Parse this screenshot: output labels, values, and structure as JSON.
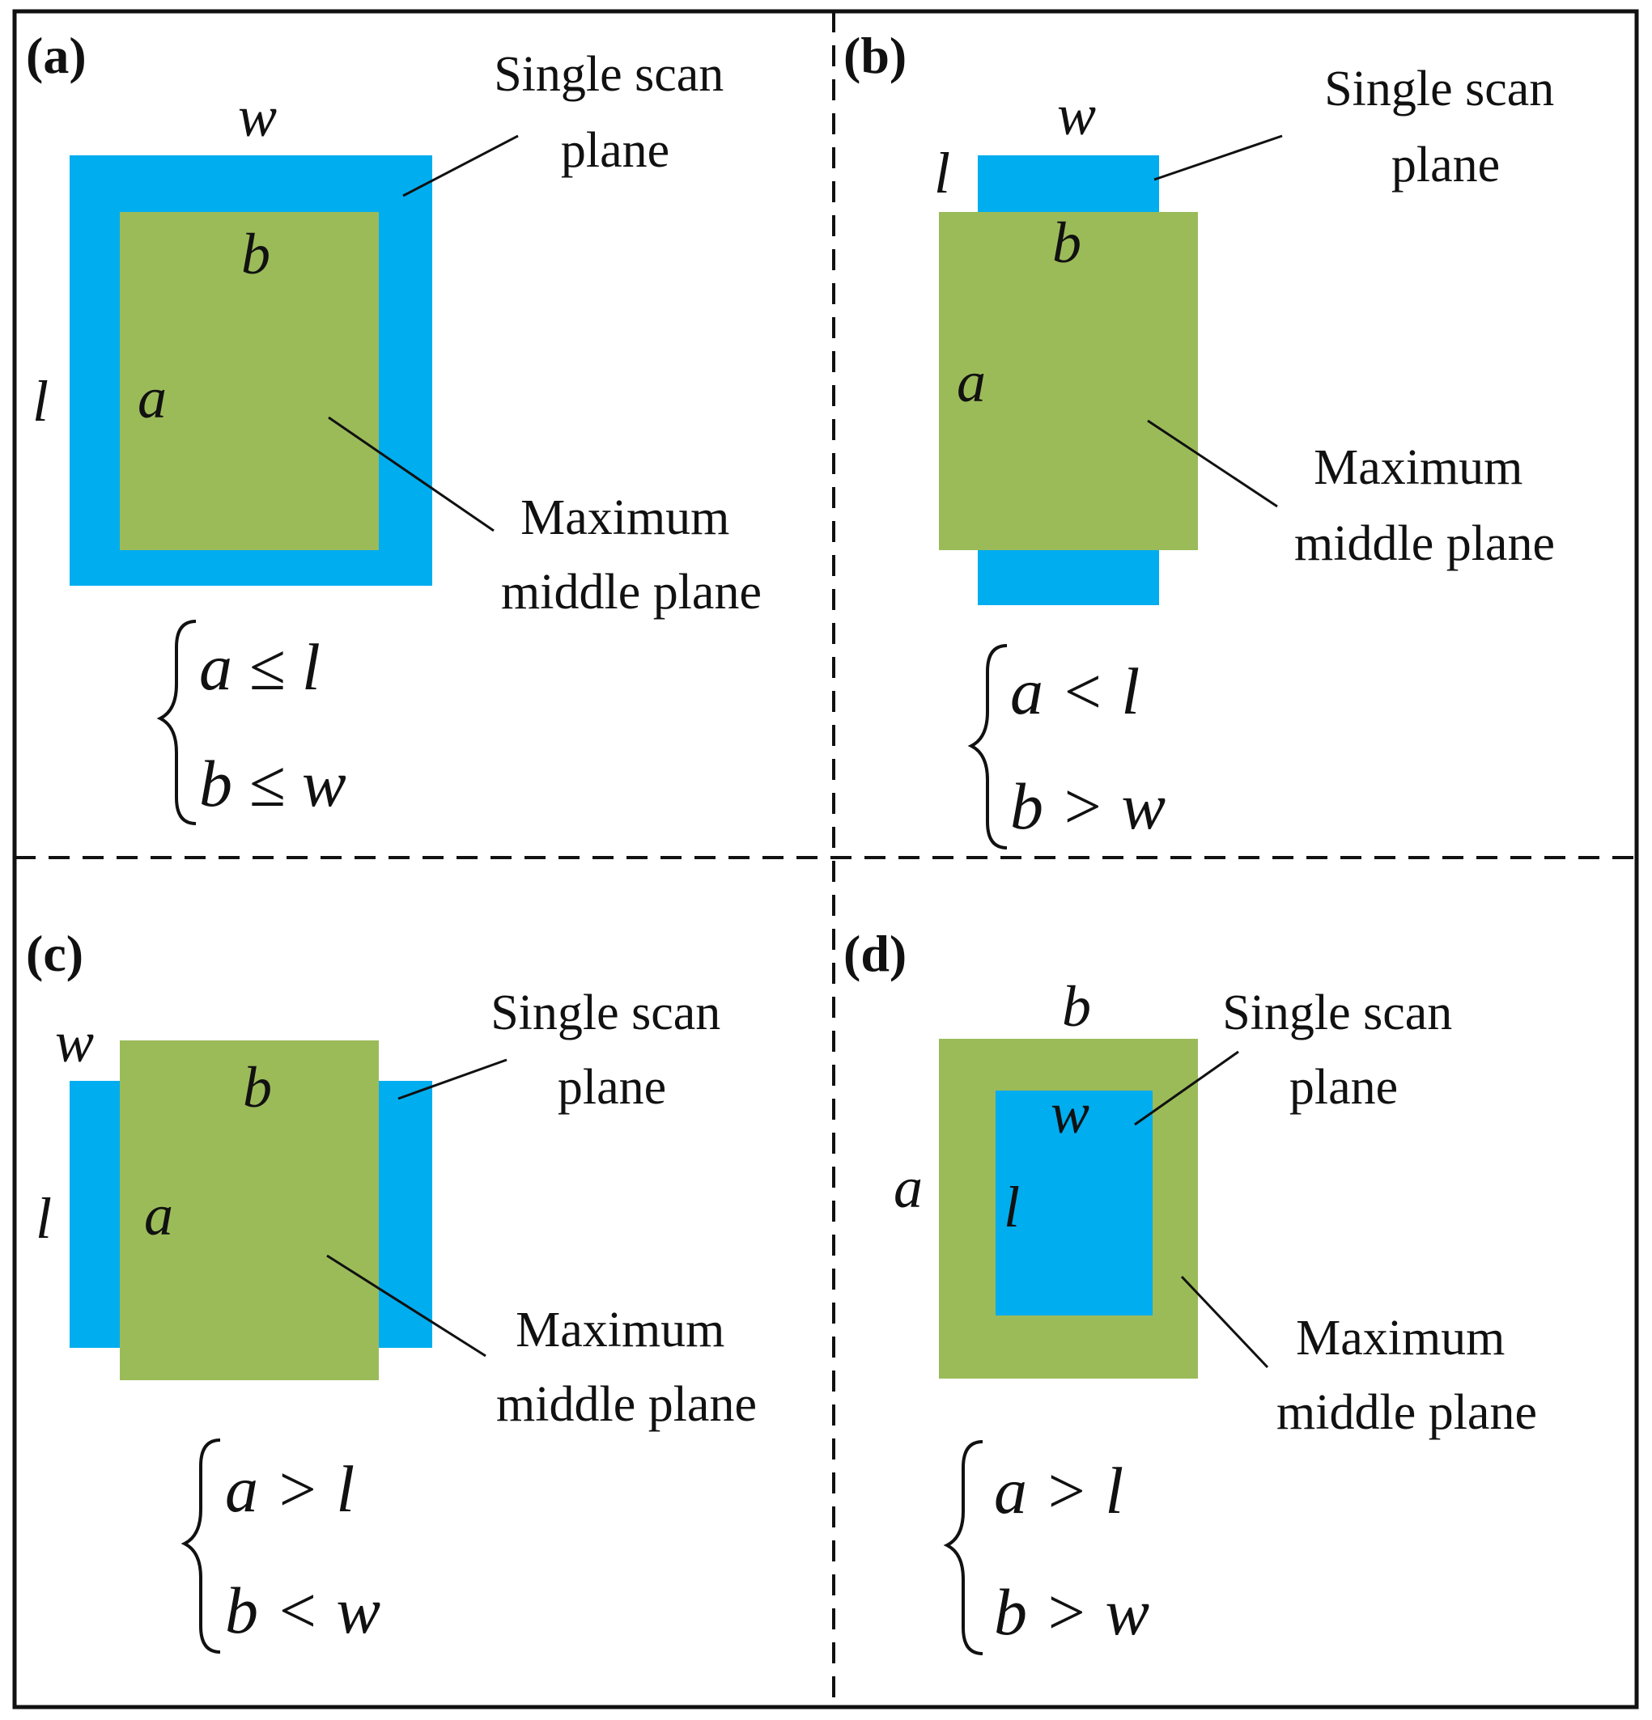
{
  "colors": {
    "scan_plane": "#00ADEF",
    "middle_plane": "#9BBB59",
    "ink": "#111111",
    "background": "#FFFFFF"
  },
  "panels": {
    "a": {
      "label": "(a)",
      "scan_caption": [
        "Single scan",
        "plane"
      ],
      "middle_caption": [
        "Maximum",
        "middle plane"
      ],
      "vars": {
        "w": "w",
        "l": "l",
        "b": "b",
        "a": "a"
      },
      "conditions": [
        "a ≤ l",
        "b ≤ w"
      ]
    },
    "b": {
      "label": "(b)",
      "scan_caption": [
        "Single scan",
        "plane"
      ],
      "middle_caption": [
        "Maximum",
        "middle plane"
      ],
      "vars": {
        "w": "w",
        "l": "l",
        "b": "b",
        "a": "a"
      },
      "conditions": [
        "a < l",
        "b > w"
      ]
    },
    "c": {
      "label": "(c)",
      "scan_caption": [
        "Single scan",
        "plane"
      ],
      "middle_caption": [
        "Maximum",
        "middle plane"
      ],
      "vars": {
        "w": "w",
        "l": "l",
        "b": "b",
        "a": "a"
      },
      "conditions": [
        "a > l",
        "b < w"
      ]
    },
    "d": {
      "label": "(d)",
      "scan_caption": [
        "Single scan",
        "plane"
      ],
      "middle_caption": [
        "Maximum",
        "middle plane"
      ],
      "vars": {
        "b": "b",
        "w": "w",
        "a": "a",
        "l": "l"
      },
      "conditions": [
        "a > l",
        "b > w"
      ]
    }
  }
}
